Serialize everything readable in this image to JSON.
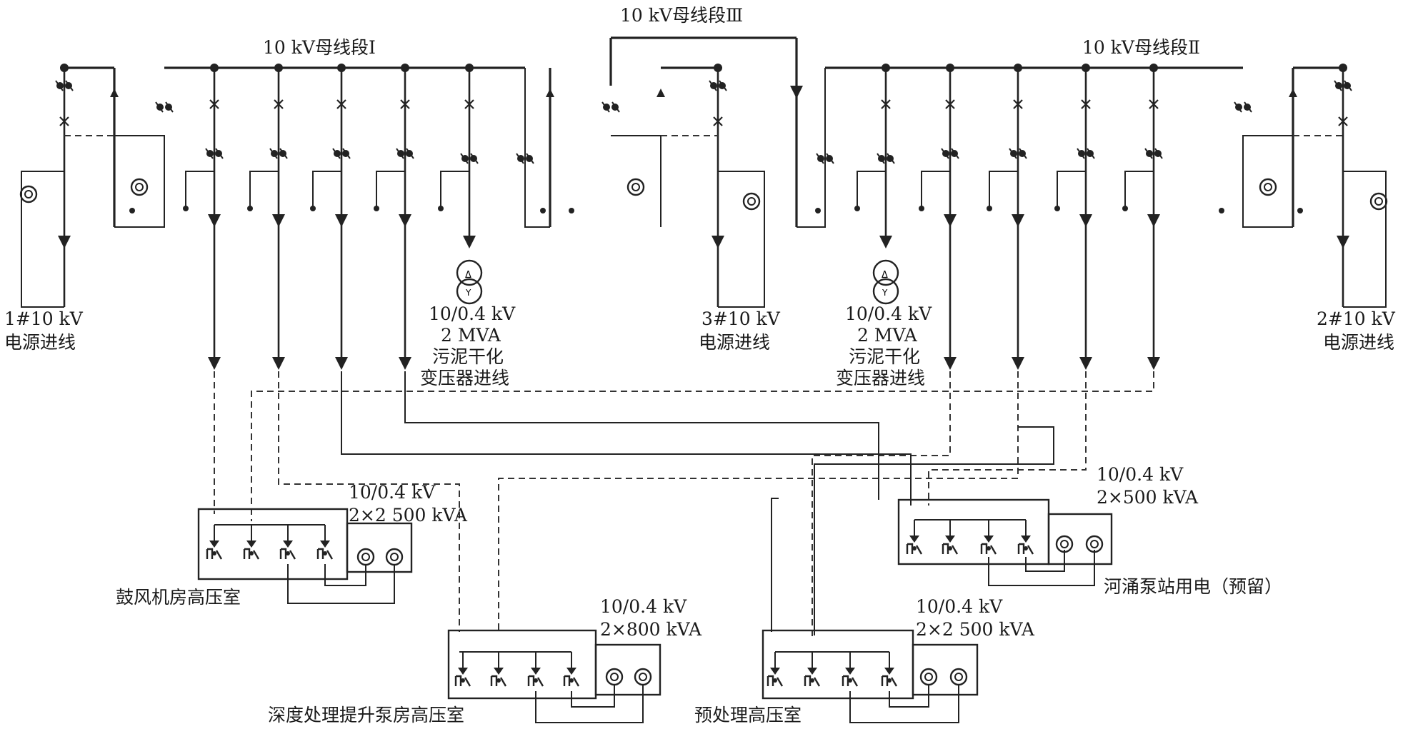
{
  "labels": {
    "bus1": "10 kV母线段Ⅰ",
    "bus2": "10 kV母线段Ⅱ",
    "bus3": "10 kV母线段Ⅲ",
    "in1_a": "1#10 kV",
    "in1_b": "电源进线",
    "in2_a": "2#10 kV",
    "in2_b": "电源进线",
    "in3_a": "3#10 kV",
    "in3_b": "电源进线",
    "tx1_a": "10/0.4 kV",
    "tx1_b": "2 MVA",
    "tx1_c": "污泥干化",
    "tx1_d": "变压器进线",
    "tx2_a": "10/0.4 kV",
    "tx2_b": "2 MVA",
    "tx2_c": "污泥干化",
    "tx2_d": "变压器进线",
    "room1_rating_a": "10/0.4 kV",
    "room1_rating_b": "2×2 500 kVA",
    "room1_name": "鼓风机房高压室",
    "room2_rating_a": "10/0.4 kV",
    "room2_rating_b": "2×500 kVA",
    "room2_name": "河涌泵站用电（预留）",
    "room3_rating_a": "10/0.4 kV",
    "room3_rating_b": "2×800 kVA",
    "room3_name": "深度处理提升泵房高压室",
    "room4_rating_a": "10/0.4 kV",
    "room4_rating_b": "2×2 500 kVA",
    "room4_name": "预处理高压室"
  },
  "transformer_symbol": {
    "top": "Δ",
    "bottom": "Y"
  }
}
